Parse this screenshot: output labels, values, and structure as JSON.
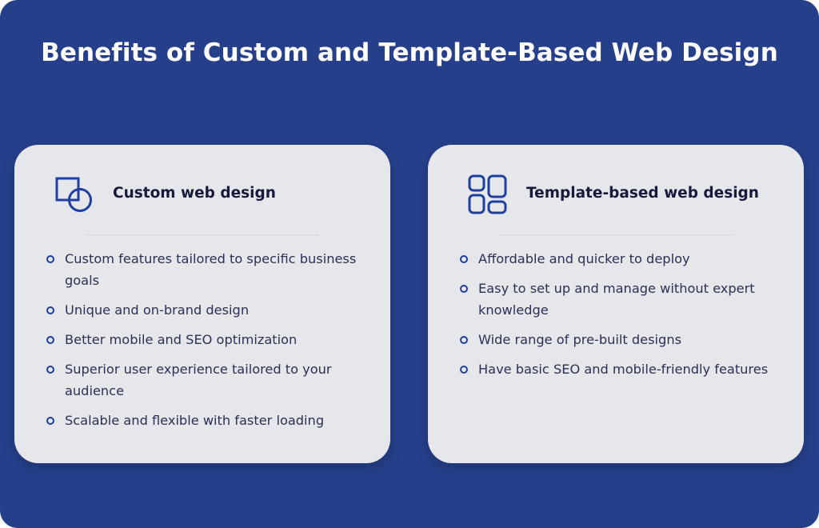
{
  "page": {
    "title": "Benefits of Custom and Template-Based Web Design"
  },
  "colors": {
    "background": "#263f8a",
    "card": "#e6e7eb",
    "accent": "#1e3fa0",
    "heading_text": "#161b3d",
    "body_text": "#2b3057"
  },
  "cards": [
    {
      "icon": "overlapping-square-circle-icon",
      "title": "Custom web design",
      "items": [
        "Custom features tailored to specific business goals",
        "Unique and on-brand design",
        "Better mobile and SEO optimization",
        "Superior user experience tailored to your audience",
        "Scalable and flexible with faster loading"
      ]
    },
    {
      "icon": "template-grid-icon",
      "title": "Template-based web design",
      "items": [
        "Affordable and quicker to deploy",
        "Easy to set up and manage without expert knowledge",
        "Wide range of pre-built designs",
        "Have basic SEO and mobile-friendly features"
      ]
    }
  ]
}
